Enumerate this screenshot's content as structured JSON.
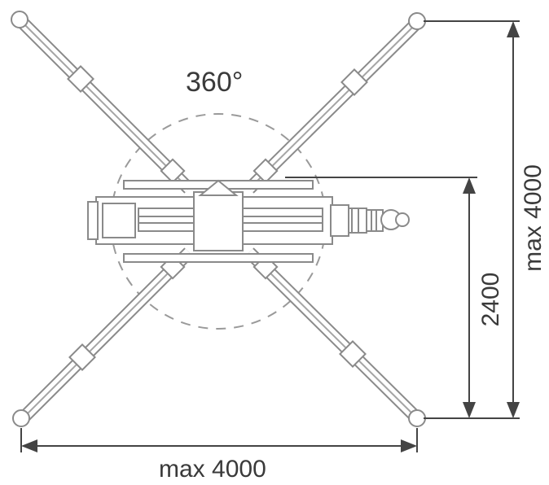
{
  "diagram": {
    "rotation_label": "360°",
    "dimension_width_label": "max 4000",
    "dimension_height_label": "max 4000",
    "dimension_outrigger_label": "2400"
  }
}
